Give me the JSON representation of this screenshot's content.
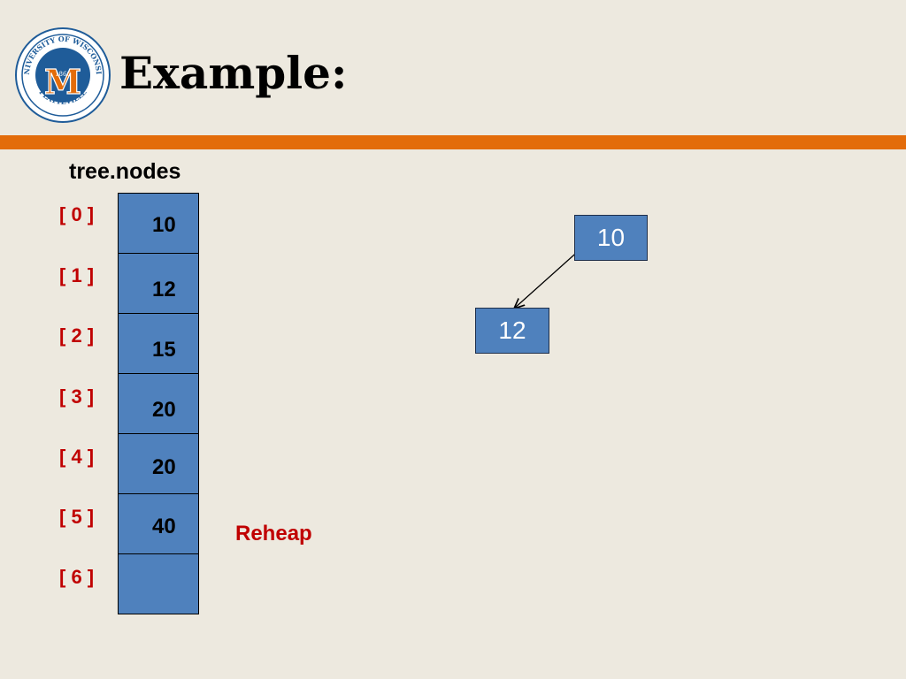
{
  "slide": {
    "title": "Example:",
    "logo": {
      "icon": "university-seal-icon",
      "ring_text": "UNIVERSITY OF WISCONSIN PLATTEVILLE",
      "year": "1866",
      "letter": "M"
    },
    "accent_color": "#e36c0a"
  },
  "array": {
    "label": "tree.nodes",
    "indices": [
      "[ 0 ]",
      "[ 1 ]",
      "[ 2 ]",
      "[ 3 ]",
      "[ 4 ]",
      "[ 5 ]",
      "[ 6 ]"
    ],
    "values": [
      "10",
      "12",
      "15",
      "20",
      "20",
      "40",
      ""
    ],
    "cell_color": "#4f81bd"
  },
  "status": "Reheap",
  "tree": {
    "nodes": [
      {
        "id": "root",
        "value": "10"
      },
      {
        "id": "left",
        "value": "12"
      }
    ],
    "edges": [
      {
        "from": "root",
        "to": "left"
      }
    ]
  }
}
